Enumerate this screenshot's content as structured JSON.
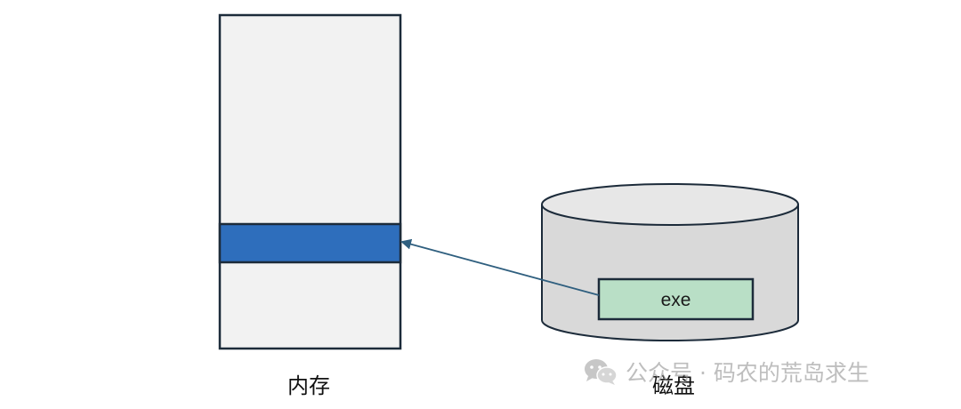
{
  "memory": {
    "label": "内存"
  },
  "disk": {
    "label": "磁盘",
    "file_label": "exe"
  },
  "watermark": {
    "text": "公众号 · 码农的荒岛求生",
    "icon": "wechat-icon"
  },
  "colors": {
    "memory_fill": "#f2f2f2",
    "memory_stroke": "#1c2b3a",
    "memory_segment": "#2e6ebc",
    "disk_fill": "#d9d9d9",
    "disk_top": "#e7e7e7",
    "disk_stroke": "#1c2b3a",
    "file_fill": "#b9dfc6",
    "arrow": "#2f5f7f"
  }
}
